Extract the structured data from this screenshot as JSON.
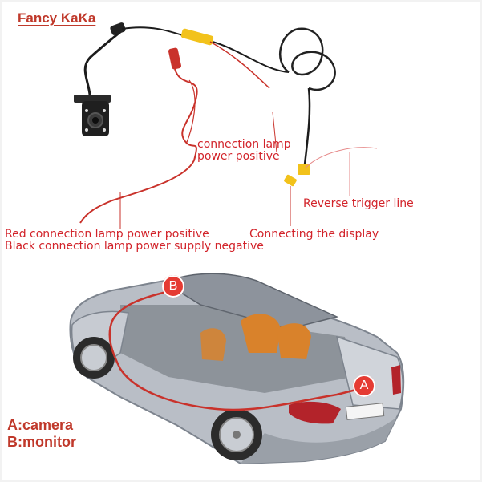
{
  "brand": "Fancy KaKa",
  "labels": {
    "connection_lamp": [
      "connection lamp",
      "power positive"
    ],
    "reverse_trigger": "Reverse trigger line",
    "red_positive": "Red connection lamp power positive",
    "black_negative": "Black connection lamp power supply negative",
    "connecting_display": "Connecting the display"
  },
  "markers": {
    "a": "A",
    "b": "B"
  },
  "legend": {
    "a": "A:camera",
    "b": "B:monitor"
  },
  "colors": {
    "accent": "#d2232a",
    "car_body": "#b9bec6",
    "wire_red": "#c9322b",
    "wire_black": "#1c1c1c",
    "connector_yellow": "#f2c21b"
  }
}
